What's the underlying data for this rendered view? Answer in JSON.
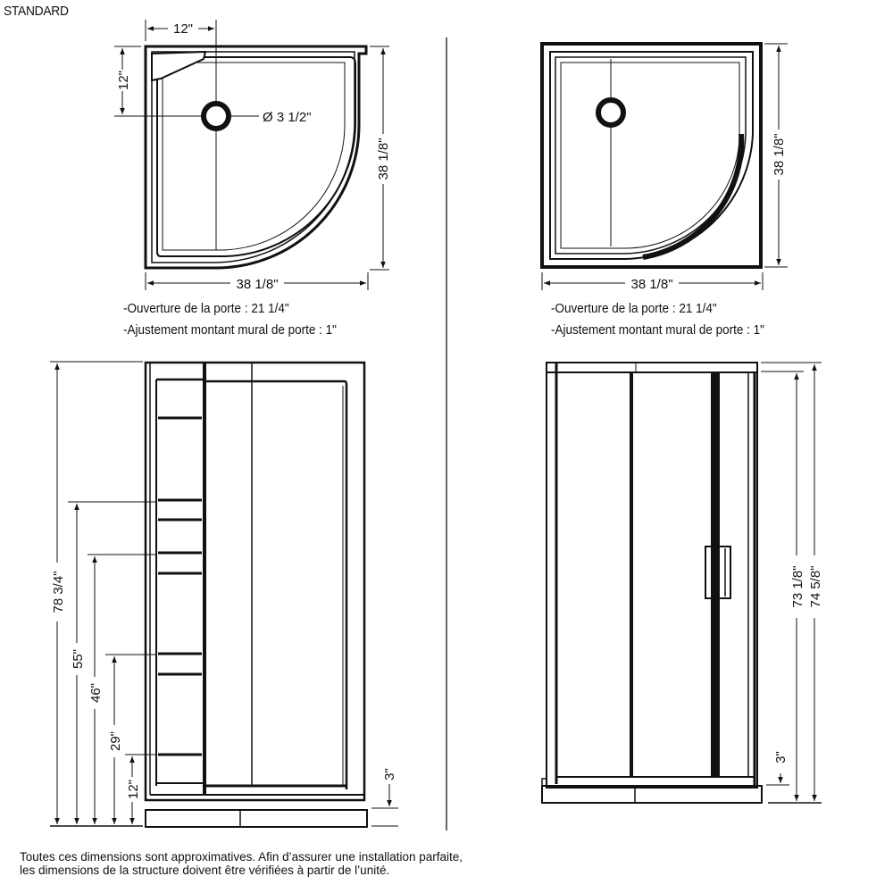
{
  "header": {
    "title": "STANDARD"
  },
  "top_left_plan": {
    "drain_offset_x": "12\"",
    "drain_offset_y": "12\"",
    "drain_diameter": "Ø 3 1/2\"",
    "width": "38 1/8\"",
    "depth": "38 1/8\"",
    "notes": [
      "-Ouverture de la porte : 21 1/4\"",
      "-Ajustement montant mural de porte : 1\""
    ]
  },
  "top_right_plan": {
    "width": "38 1/8\"",
    "depth": "38 1/8\"",
    "notes": [
      "-Ouverture de la porte : 21 1/4\"",
      "-Ajustement montant mural de porte : 1\""
    ]
  },
  "left_elevation": {
    "total_height": "78 3/4\"",
    "shelf_heights": [
      "55\"",
      "46\"",
      "29\"",
      "12\""
    ],
    "base_height": "3\""
  },
  "right_elevation": {
    "door_height": "73 1/8\"",
    "total_height": "74 5/8\"",
    "base_height": "3\""
  },
  "footer": {
    "line1": "Toutes ces dimensions sont approximatives. Afin d’assurer une installation parfaite,",
    "line2": "les dimensions de la structure doivent être vérifiées à partir de l’unité."
  }
}
